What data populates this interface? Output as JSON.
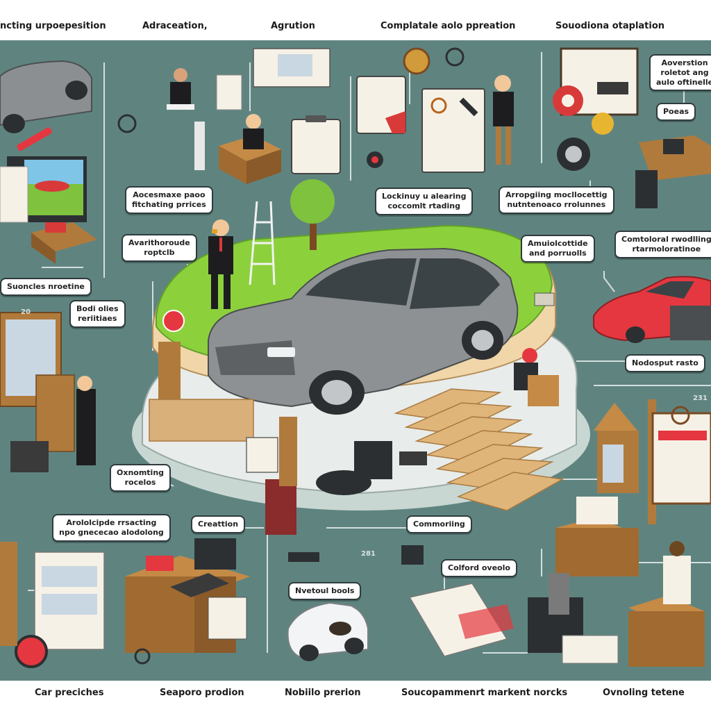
{
  "header": {
    "labels": [
      "ncting urpoepesition",
      "Adraceation,",
      "Agrution",
      "Complatale aolo ppreation",
      "Souodiona otaplation"
    ]
  },
  "footer": {
    "labels": [
      "Car preciches",
      "Seaporo prodion",
      "Nobiilo prerion",
      "Soucopammenrt markent norcks",
      "Ovnoling tetene"
    ]
  },
  "callouts": {
    "accessories_pricing": [
      "Aocesmaxe paoo",
      "fitchating prrices"
    ],
    "avarithroude": [
      "Avarithoroude",
      "roptclb"
    ],
    "looking_adaring": [
      "Lockinuy u alearing",
      "coccomlt rtading"
    ],
    "arranging": [
      "Arropgiing mocllocettig",
      "nutntenoaco rrolunnes"
    ],
    "aoverstion": [
      "Aoverstion",
      "roletot ang",
      "aulo oftinelle"
    ],
    "poeas": [
      "Poeas"
    ],
    "aimolicottide": [
      "Amuiolcottide",
      "and porruolls"
    ],
    "comtoloral": [
      "Comtoloral rwodlling",
      "rtarmoloratinoe"
    ],
    "sub_fraetine": [
      "Suoncles nroetine"
    ],
    "back_office": [
      "Bodi olies",
      "reriitiaes"
    ],
    "nodospul_rasto": [
      "Nodosput rasto"
    ],
    "ocnoravting": [
      "Oxnomting",
      "rocelos"
    ],
    "aroloolcipde": [
      "Arololcipde rrsacting",
      "npo gnececao alodolong"
    ],
    "creatttion": [
      "Creattion"
    ],
    "cornmoriaa": [
      "Commoriing"
    ],
    "collord_oveolo": [
      "Colford oveolo"
    ],
    "nvetoul_bools": [
      "Nvetoul bools"
    ]
  },
  "numbers": {
    "n20": "20",
    "n281": "281",
    "n231": "231"
  },
  "colors": {
    "background": "#5f8480",
    "platform_green": "#8cd13c",
    "car_silver": "#8d9194",
    "accent_red": "#d83a3a",
    "wood": "#b07a3c",
    "line": "#e8eeee"
  }
}
